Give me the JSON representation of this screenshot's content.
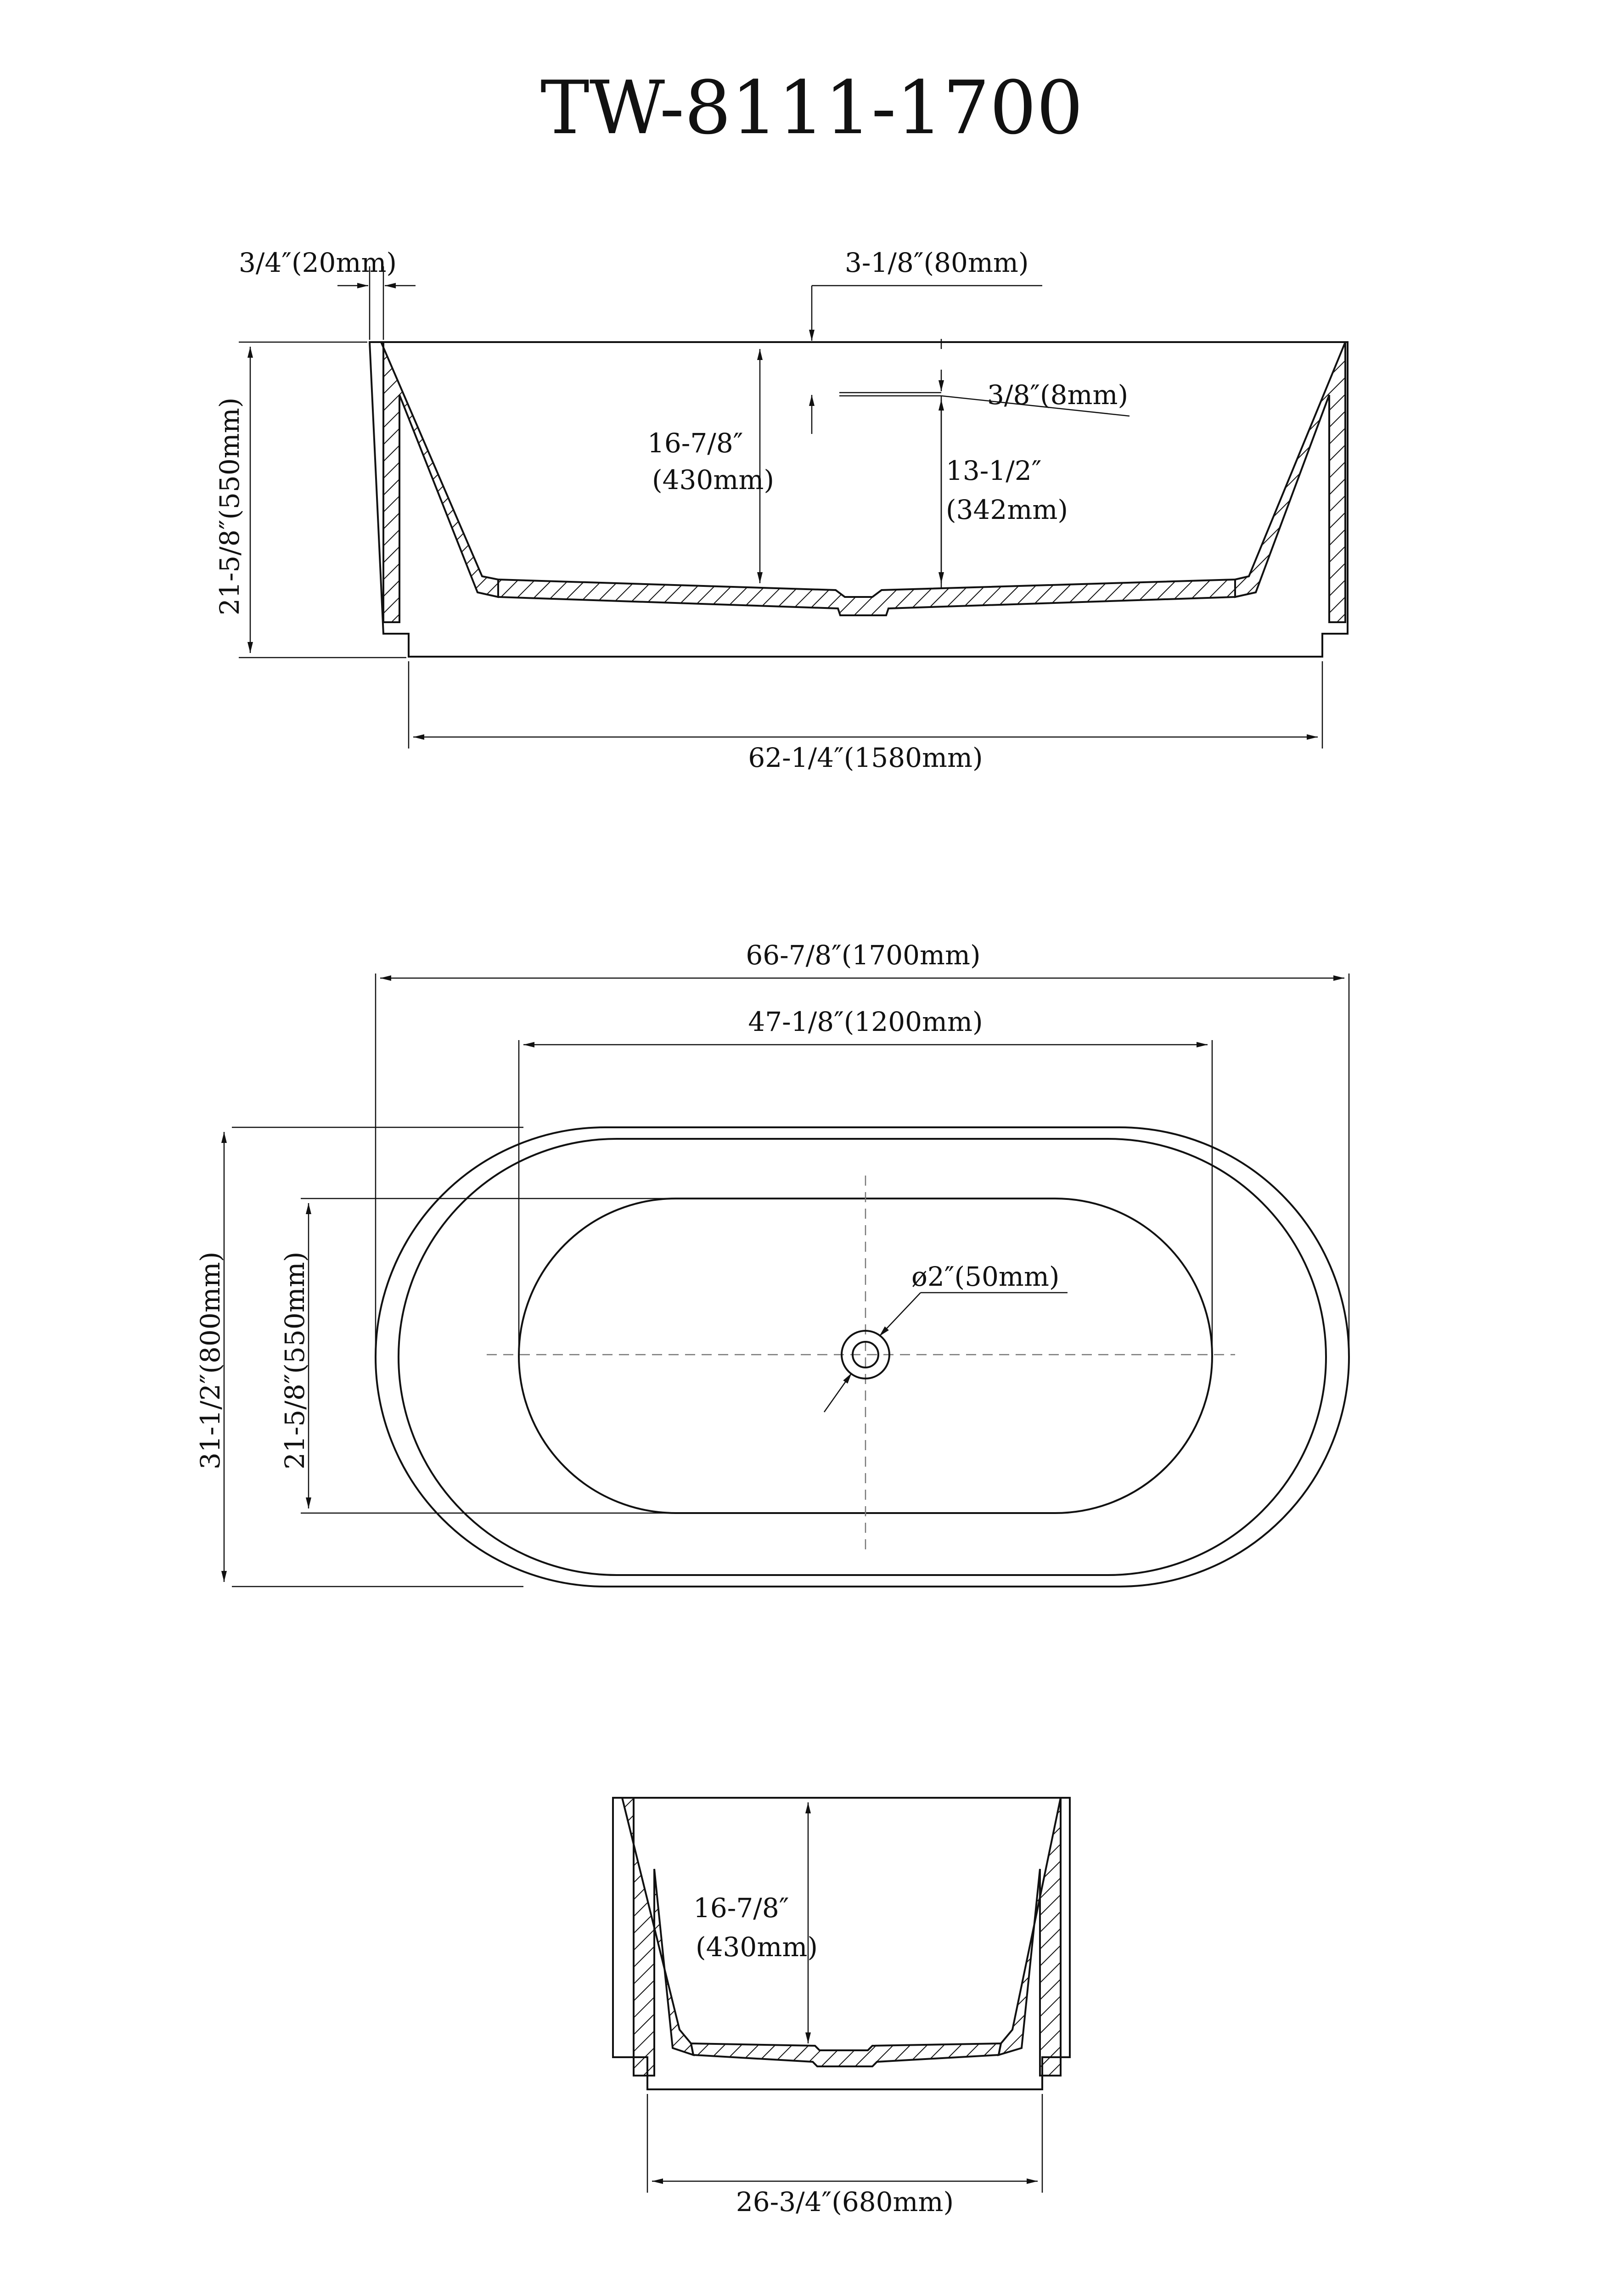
{
  "title": "TW-8111-1700",
  "side_view": {
    "rim_thickness": "3/4″(20mm)",
    "overflow_from_top": "3-1/8″(80mm)",
    "overflow_size": "3/8″(8mm)",
    "inner_depth_in": "16-7/8″",
    "inner_depth_mm": "(430mm)",
    "overflow_height_in": "13-1/2″",
    "overflow_height_mm": "(342mm)",
    "total_height": "21-5/8″(550mm)",
    "base_length": "62-1/4″(1580mm)"
  },
  "top_view": {
    "overall_length": "66-7/8″(1700mm)",
    "inner_length": "47-1/8″(1200mm)",
    "drain_diameter": "ø2″(50mm)",
    "overall_width": "31-1/2″(800mm)",
    "inner_width": "21-5/8″(550mm)"
  },
  "end_view": {
    "inner_depth_in": "16-7/8″",
    "inner_depth_mm": "(430mm)",
    "base_width": "26-3/4″(680mm)"
  }
}
